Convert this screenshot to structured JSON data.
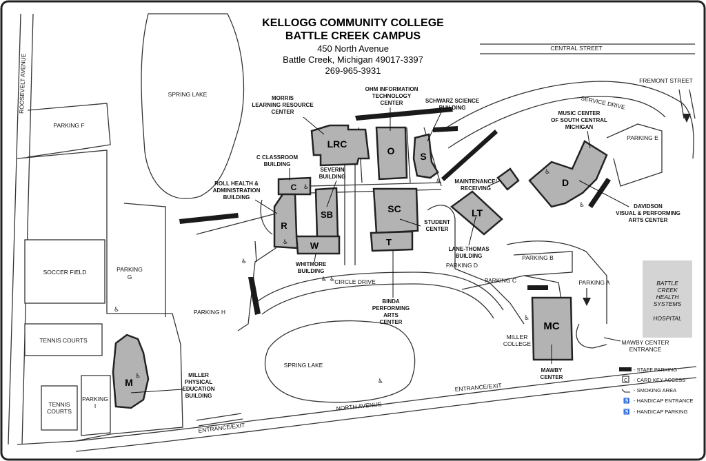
{
  "header": {
    "title_line1": "KELLOGG COMMUNITY COLLEGE",
    "title_line2": "BATTLE CREEK CAMPUS",
    "address_line1": "450 North Avenue",
    "address_line2": "Battle Creek, Michigan 49017-3397",
    "phone": "269-965-3931"
  },
  "streets": {
    "roosevelt": "ROOSEVELT AVENUE",
    "central": "CENTRAL STREET",
    "fremont": "FREMONT STREET",
    "service_drive": "SERVICE DRIVE",
    "circle_drive": "CIRCLE DRIVE",
    "north_avenue": "NORTH AVENUE",
    "entrance_exit_bottom": "ENTRANCE/EXIT",
    "entrance_exit_right": "ENTRANCE/EXIT"
  },
  "lakes": {
    "spring_lake_north": "SPRING LAKE",
    "spring_lake_south": "SPRING LAKE"
  },
  "parking": {
    "f": "PARKING F",
    "g_line1": "PARKING",
    "g_line2": "G",
    "h": "PARKING H",
    "i_line1": "PARKING",
    "i_line2": "I",
    "a": "PARKING A",
    "b": "PARKING B",
    "c": "PARKING C",
    "d": "PARKING D",
    "e": "PARKING E"
  },
  "fields": {
    "soccer": "SOCCER FIELD",
    "tennis1": "TENNIS COURTS",
    "tennis2_line1": "TENNIS",
    "tennis2_line2": "COURTS"
  },
  "buildings": {
    "lrc": {
      "code": "LRC",
      "l1": "MORRIS",
      "l2": "LEARNING RESOURCE",
      "l3": "CENTER"
    },
    "o": {
      "code": "O",
      "l1": "OHM INFORMATION",
      "l2": "TECHNOLOGY",
      "l3": "CENTER"
    },
    "s": {
      "code": "S",
      "l1": "SCHWARZ SCIENCE",
      "l2": "BUILDING"
    },
    "c": {
      "code": "C",
      "l1": "C CLASSROOM",
      "l2": "BUILDING"
    },
    "sb": {
      "code": "SB",
      "l1": "SEVERIN",
      "l2": "BUILDING"
    },
    "r": {
      "code": "R",
      "l1": "ROLL HEALTH &",
      "l2": "ADMINISTRATION",
      "l3": "BUILDING"
    },
    "w": {
      "code": "W",
      "l1": "WHITMORE",
      "l2": "BUILDING"
    },
    "sc": {
      "code": "SC",
      "l1": "STUDENT",
      "l2": "CENTER"
    },
    "t": {
      "code": "T",
      "l1": "BINDA",
      "l2": "PERFORMING",
      "l3": "ARTS",
      "l4": "CENTER"
    },
    "lt": {
      "code": "LT",
      "l1": "LANE-THOMAS",
      "l2": "BUILDING"
    },
    "maint": {
      "l1": "MAINTENANCE/",
      "l2": "RECEIVING"
    },
    "d": {
      "code": "D",
      "l1": "MUSIC CENTER",
      "l2": "OF SOUTH CENTRAL",
      "l3": "MICHIGAN",
      "l4": "DAVIDSON",
      "l5": "VISUAL & PERFORMING",
      "l6": "ARTS CENTER"
    },
    "mc": {
      "code": "MC",
      "l1": "MAWBY",
      "l2": "CENTER",
      "l3": "MILLER",
      "l4": "COLLEGE"
    },
    "m": {
      "code": "M",
      "l1": "MILLER",
      "l2": "PHYSICAL",
      "l3": "EDUCATION",
      "l4": "BUILDING"
    }
  },
  "hospital": {
    "l1": "BATTLE",
    "l2": "CREEK",
    "l3": "HEALTH",
    "l4": "SYSTEMS",
    "l5": "HOSPITAL"
  },
  "mawby_entrance": {
    "l1": "MAWBY CENTER",
    "l2": "ENTRANCE"
  },
  "legend": {
    "staff": "- STAFF PARKING",
    "card": "- CARD KEY ACCESS",
    "smoking": "- SMOKING AREA",
    "hc_entrance": "- HANDICAP ENTRANCE",
    "hc_parking": "- HANDICAP PARKING",
    "card_symbol": "C",
    "hc_symbol": "♿"
  },
  "colors": {
    "building": "#b3b3b3",
    "hospital": "#d4d4d4",
    "staff_parking": "#1a1a1a"
  }
}
